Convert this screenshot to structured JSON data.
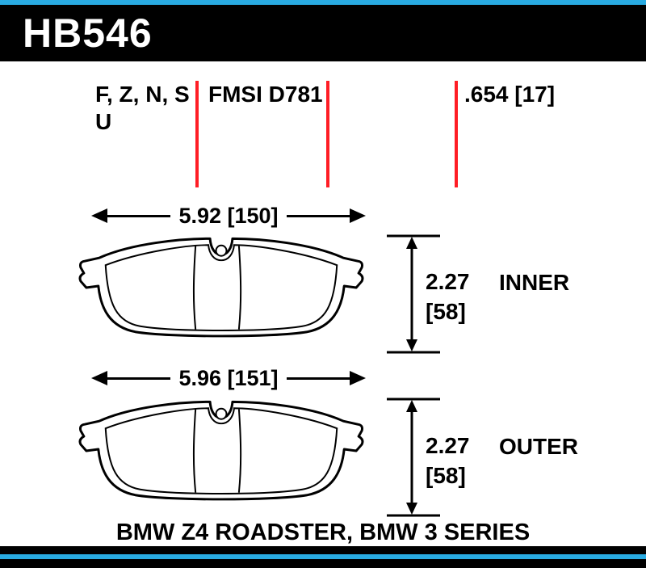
{
  "header": {
    "part_number": "HB546"
  },
  "spec_row": {
    "compound_codes_line1": "F, Z, N, S",
    "compound_codes_line2": "U",
    "fmsi_number": "FMSI D781",
    "pad_thickness": ".654 [17]"
  },
  "pads": {
    "inner": {
      "width": "5.92 [150]",
      "height_in": "2.27",
      "height_mm": "[58]",
      "label": "INNER"
    },
    "outer": {
      "width": "5.96 [151]",
      "height_in": "2.27",
      "height_mm": "[58]",
      "label": "OUTER"
    }
  },
  "footer": {
    "fitment": "BMW Z4 ROADSTER, BMW 3 SERIES"
  },
  "colors": {
    "accent_blue": "#29ABE2",
    "marker_red": "#FF1D25",
    "bar_black": "#000000"
  }
}
